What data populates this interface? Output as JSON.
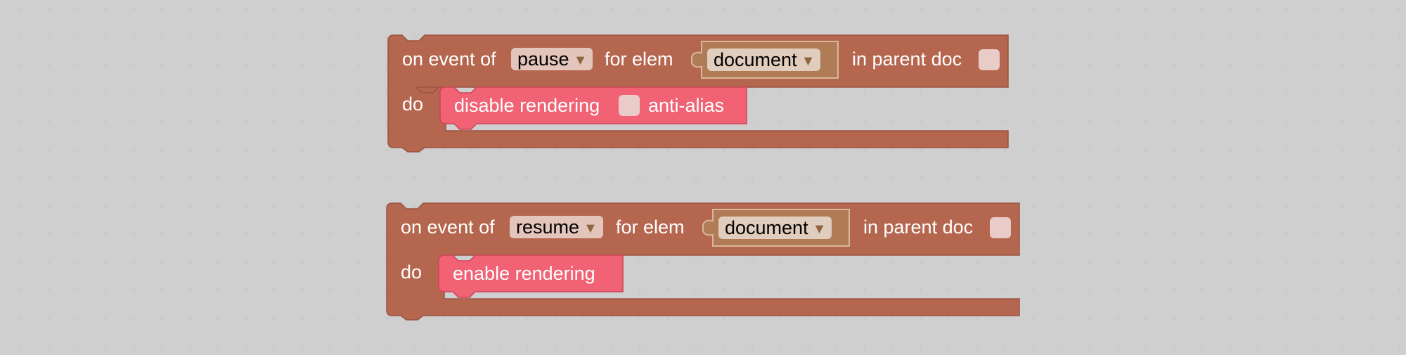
{
  "colors": {
    "event_block": "#b5664f",
    "event_block_stroke": "#9a5441",
    "doc_block": "#b07c55",
    "doc_block_stroke": "#d9b79a",
    "render_block": "#f06274",
    "render_block_stroke": "#cc4457",
    "grid_dot": "#c9c9c9"
  },
  "blocks": [
    {
      "on_event_label": "on event of",
      "event_value": "pause",
      "for_elem_label": "for elem",
      "elem_value": "document",
      "parent_doc_label": "in parent doc",
      "do_label": "do",
      "statement_label": "disable rendering",
      "statement_suffix": "anti-alias"
    },
    {
      "on_event_label": "on event of",
      "event_value": "resume",
      "for_elem_label": "for elem",
      "elem_value": "document",
      "parent_doc_label": "in parent doc",
      "do_label": "do",
      "statement_label": "enable rendering"
    }
  ],
  "icons": {
    "dropdown_arrow": "triangle-down-icon"
  }
}
